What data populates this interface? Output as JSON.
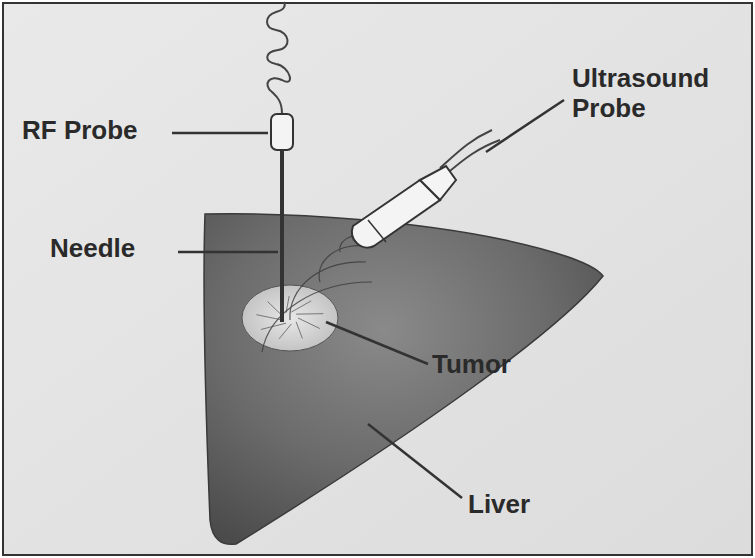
{
  "diagram": {
    "labels": [
      "RF Probe",
      "Ultrasound Probe",
      "Needle",
      "Tumor",
      "Liver"
    ]
  }
}
